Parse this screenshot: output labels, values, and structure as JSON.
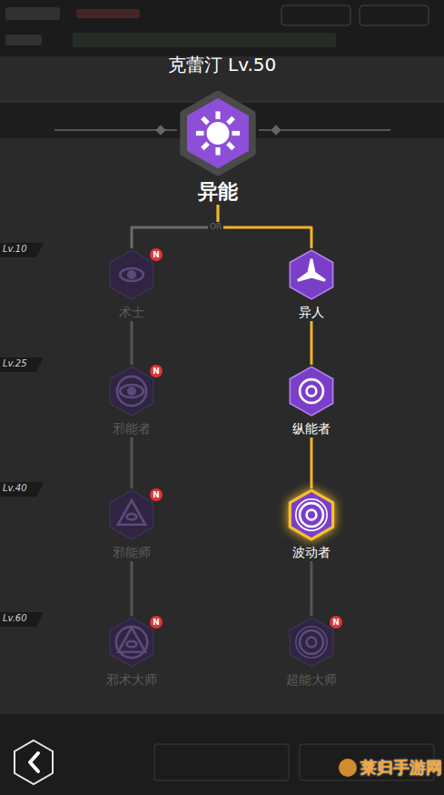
{
  "diagram": {
    "title": "克蕾汀 Lv.50",
    "nodes": [
      {
        "text": [
          "异能"
        ]
      },
      {
        "text": [
          "术士"
        ]
      },
      {
        "text": [
          "邪能者"
        ]
      },
      {
        "text": [
          "邪能师"
        ]
      },
      {
        "text": [
          "邪术大师"
        ]
      },
      {
        "text": [
          "异人"
        ]
      },
      {
        "text": [
          "纵能者"
        ]
      },
      {
        "text": [
          "波动者"
        ]
      },
      {
        "text": [
          "超能大师"
        ]
      }
    ],
    "edges": [
      {
        "from": 0,
        "to": 1,
        "arrow": "none"
      },
      {
        "from": 0,
        "to": 5,
        "arrow": "none"
      },
      {
        "from": 1,
        "to": 2,
        "arrow": "none"
      },
      {
        "from": 2,
        "to": 3,
        "arrow": "none"
      },
      {
        "from": 3,
        "to": 4,
        "arrow": "none"
      },
      {
        "from": 5,
        "to": 6,
        "arrow": "none"
      },
      {
        "from": 6,
        "to": 7,
        "arrow": "none"
      },
      {
        "from": 7,
        "to": 8,
        "arrow": "none"
      }
    ],
    "labels": [
      "OR",
      "Lv.10",
      "Lv.25",
      "Lv.40",
      "Lv.60",
      "N",
      "N",
      "N",
      "N",
      "N",
      "莱归手游网"
    ]
  }
}
